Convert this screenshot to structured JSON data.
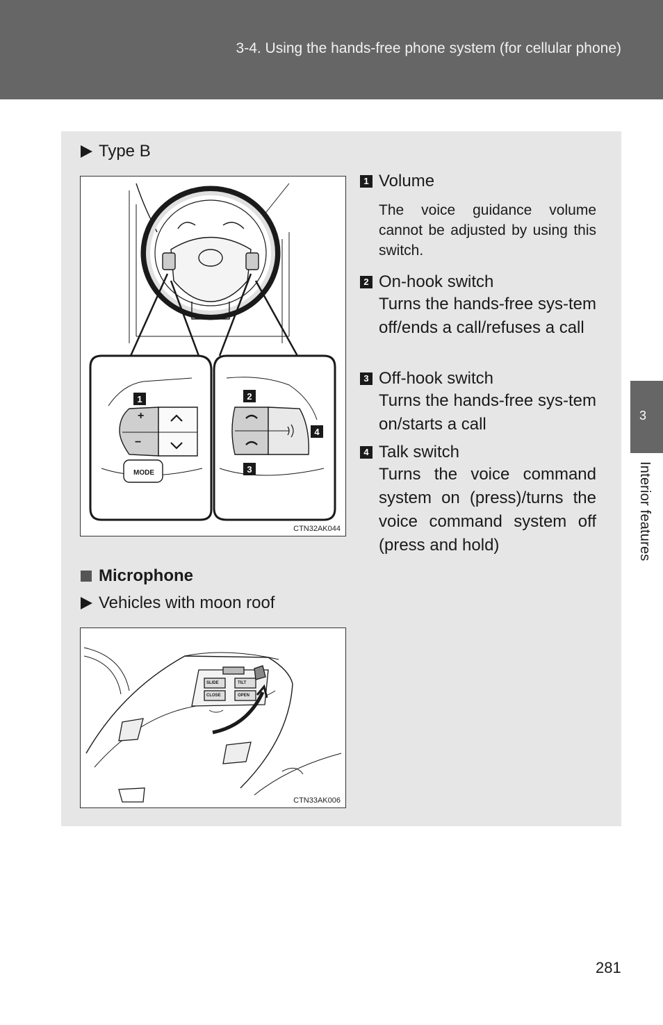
{
  "header": {
    "title": "3-4. Using the hands-free phone system (for cellular phone)"
  },
  "side_tab": {
    "number": "3",
    "label": "Interior features"
  },
  "type_heading": "Type B",
  "figure1": {
    "code": "CTN32AK044",
    "callouts": [
      "1",
      "2",
      "3",
      "4"
    ],
    "buttons": {
      "plus": "+",
      "minus": "−",
      "mode": "MODE"
    }
  },
  "items": [
    {
      "num": "1",
      "title": "Volume",
      "note": "The voice guidance volume cannot be adjusted by using this switch."
    },
    {
      "num": "2",
      "title": "On-hook switch",
      "desc": "Turns the hands-free sys-tem off/ends a call/refuses a call"
    },
    {
      "num": "3",
      "title": "Off-hook switch",
      "desc": "Turns the hands-free sys-tem on/starts a call"
    },
    {
      "num": "4",
      "title": "Talk switch",
      "desc": "Turns the voice command system on (press)/turns the voice command system off (press and hold)"
    }
  ],
  "microphone": {
    "heading": "Microphone",
    "subheading": "Vehicles with moon roof",
    "figure_code": "CTN33AK006",
    "button_labels": [
      "SLIDE",
      "TILT",
      "CLOSE",
      "OPEN"
    ]
  },
  "page_number": "281"
}
